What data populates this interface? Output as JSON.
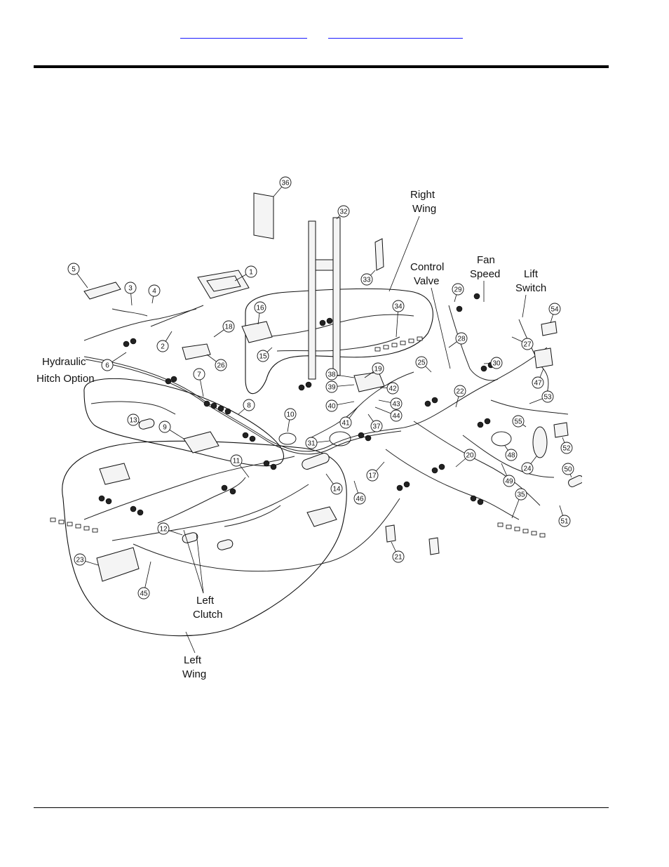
{
  "header": {
    "link_a": "",
    "link_b": ""
  },
  "diagram": {
    "labels": {
      "right_wing": [
        "Right",
        "Wing"
      ],
      "control_valve": [
        "Control",
        "Valve"
      ],
      "fan_speed": [
        "Fan",
        "Speed"
      ],
      "lift_switch": [
        "Lift",
        "Switch"
      ],
      "hydraulic_hitch": [
        "Hydraulic",
        "Hitch  Option"
      ],
      "left_clutch": [
        "Left",
        "Clutch"
      ],
      "left_wing": [
        "Left",
        "Wing"
      ]
    },
    "callouts": [
      "1",
      "2",
      "3",
      "4",
      "5",
      "6",
      "7",
      "8",
      "9",
      "10",
      "11",
      "12",
      "13",
      "14",
      "15",
      "16",
      "17",
      "18",
      "19",
      "20",
      "21",
      "22",
      "23",
      "24",
      "25",
      "26",
      "27",
      "28",
      "29",
      "30",
      "31",
      "32",
      "33",
      "34",
      "35",
      "36",
      "37",
      "38",
      "39",
      "40",
      "41",
      "42",
      "43",
      "44",
      "45",
      "46",
      "47",
      "48",
      "49",
      "50",
      "51",
      "52",
      "53",
      "54",
      "55"
    ]
  }
}
